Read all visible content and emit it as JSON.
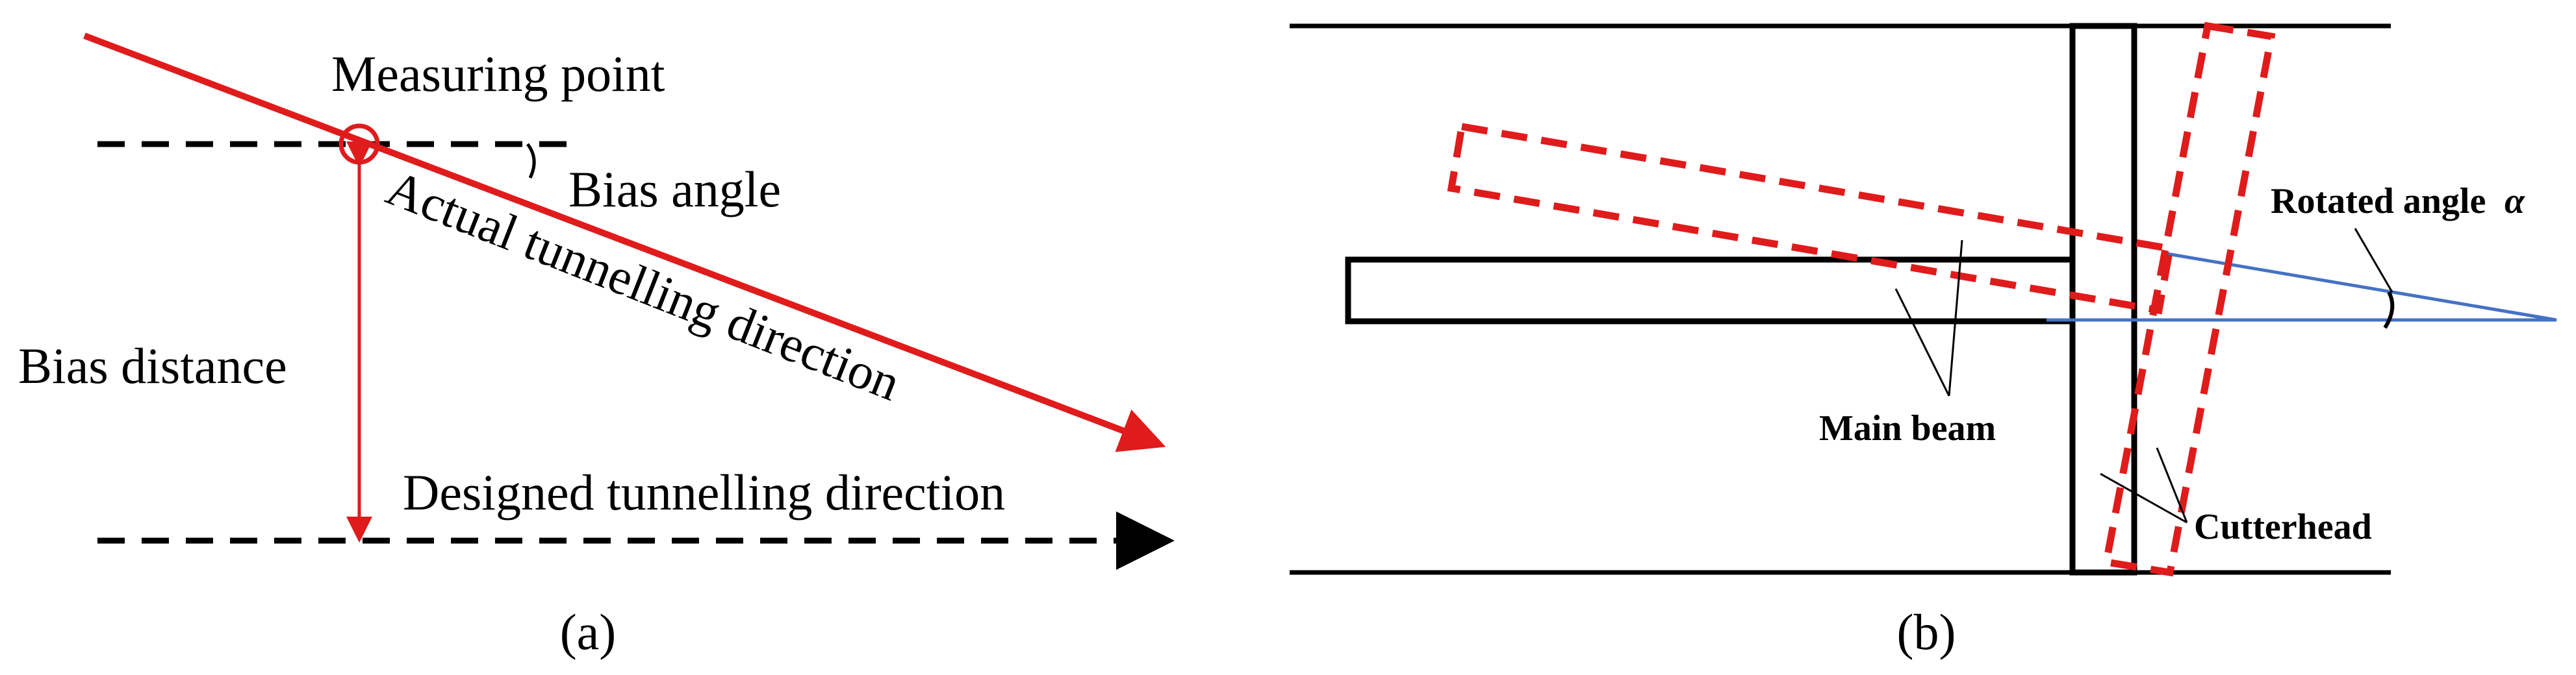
{
  "panel_a": {
    "measuring_point_label": "Measuring point",
    "bias_angle_label": "Bias angle",
    "actual_direction_label": "Actual tunnelling direction",
    "bias_distance_label": "Bias distance",
    "designed_direction_label": "Designed tunnelling direction",
    "caption": "(a)"
  },
  "panel_b": {
    "main_beam_label": "Main beam",
    "cutterhead_label": "Cutterhead",
    "rotated_angle_label": "Rotated angle",
    "rotated_angle_symbol": "α",
    "caption": "(b)"
  },
  "colors": {
    "red": "#e01b1b",
    "black": "#000000",
    "blue": "#4472c4"
  }
}
